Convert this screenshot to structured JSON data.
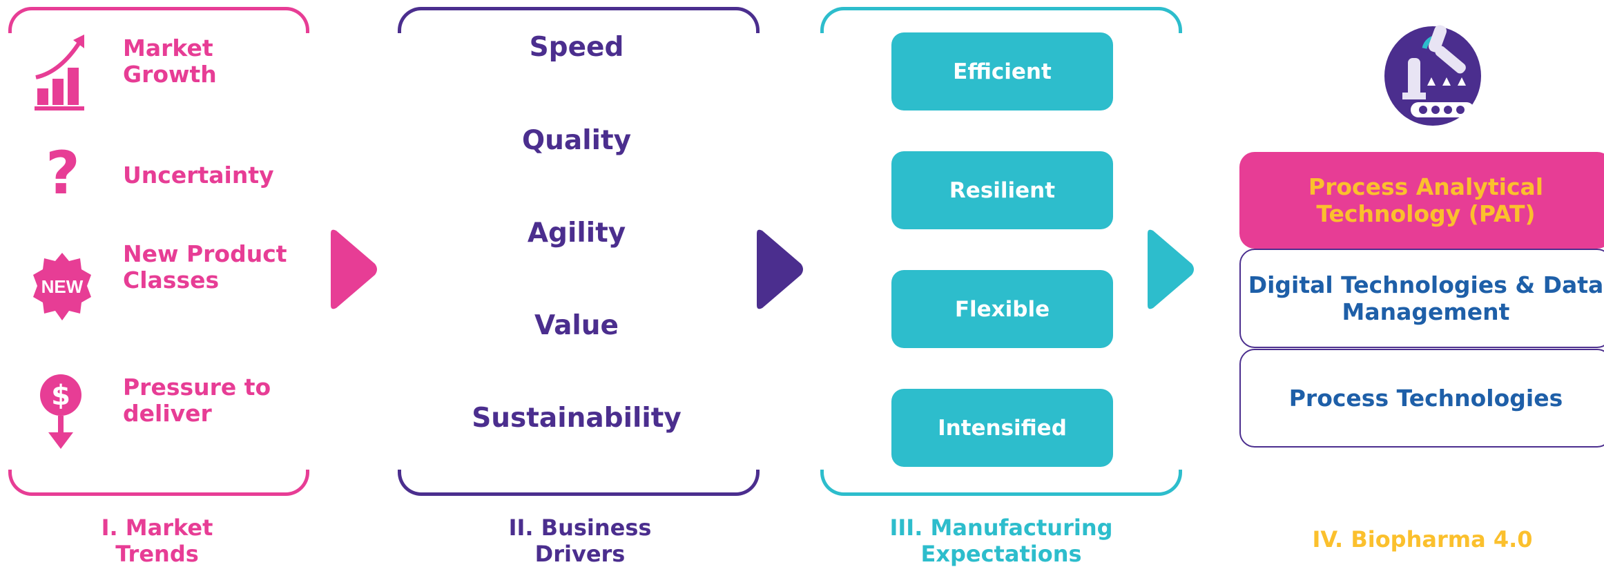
{
  "columns": {
    "market_trends": {
      "title": "I. Market Trends",
      "items": [
        {
          "label": "Market Growth",
          "icon": "growth-chart-icon"
        },
        {
          "label": "Uncertainty",
          "icon": "question-mark-icon"
        },
        {
          "label": "New Product Classes",
          "icon": "new-badge-icon"
        },
        {
          "label": "Pressure to deliver",
          "icon": "dollar-down-icon"
        }
      ],
      "color": "#e73d95"
    },
    "business_drivers": {
      "title": "II. Business Drivers",
      "items": [
        "Speed",
        "Quality",
        "Agility",
        "Value",
        "Sustainability"
      ],
      "color": "#4b2e8e"
    },
    "manufacturing_expectations": {
      "title": "III. Manufacturing Expectations",
      "items": [
        "Efficient",
        "Resilient",
        "Flexible",
        "Intensified"
      ],
      "color": "#2dbdcc"
    },
    "biopharma": {
      "title": "IV. Biopharma 4.0",
      "icon": "robot-arm-conveyor-icon",
      "items": [
        "Process Analytical Technology (PAT)",
        "Digital Technologies & Data Management",
        "Process Technologies"
      ],
      "title_color": "#fbc02d",
      "highlight_color": "#e73d95",
      "text_color": "#1e5fa8"
    }
  }
}
